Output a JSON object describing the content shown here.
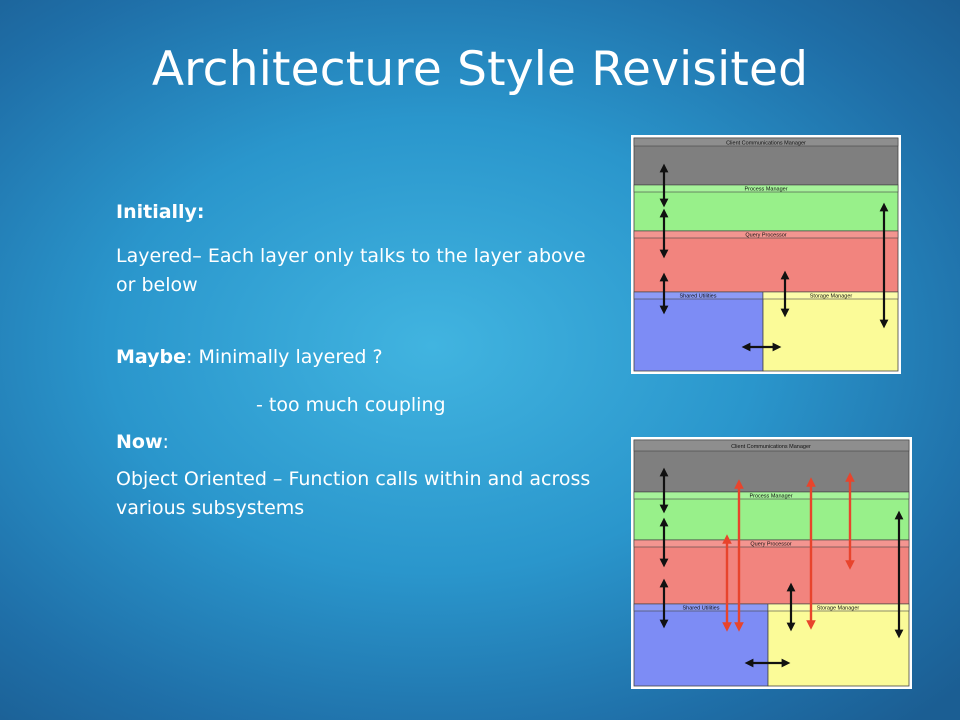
{
  "title": "Architecture Style Revisited",
  "body": {
    "initially_label": "Initially:",
    "layered_text": "Layered– Each layer only talks to the layer above or below",
    "maybe_label": "Maybe",
    "maybe_text": ": Minimally layered ?",
    "coupling_text": "- too much coupling",
    "now_label": "Now",
    "now_suffix": ":",
    "oo_text": "Object Oriented – Function calls within and across various subsystems"
  },
  "diagram_labels": {
    "client": "Client Communications Manager",
    "process": "Process Manager",
    "query": "Query Processor",
    "shared": "Shared Utilities",
    "storage": "Storage Manager"
  },
  "colors": {
    "client": "#7f7f7f",
    "process": "#98f08a",
    "query": "#f2847e",
    "shared": "#7d8cf5",
    "storage": "#fbfb98",
    "arrow_black": "#111111",
    "arrow_red": "#e8442c"
  }
}
